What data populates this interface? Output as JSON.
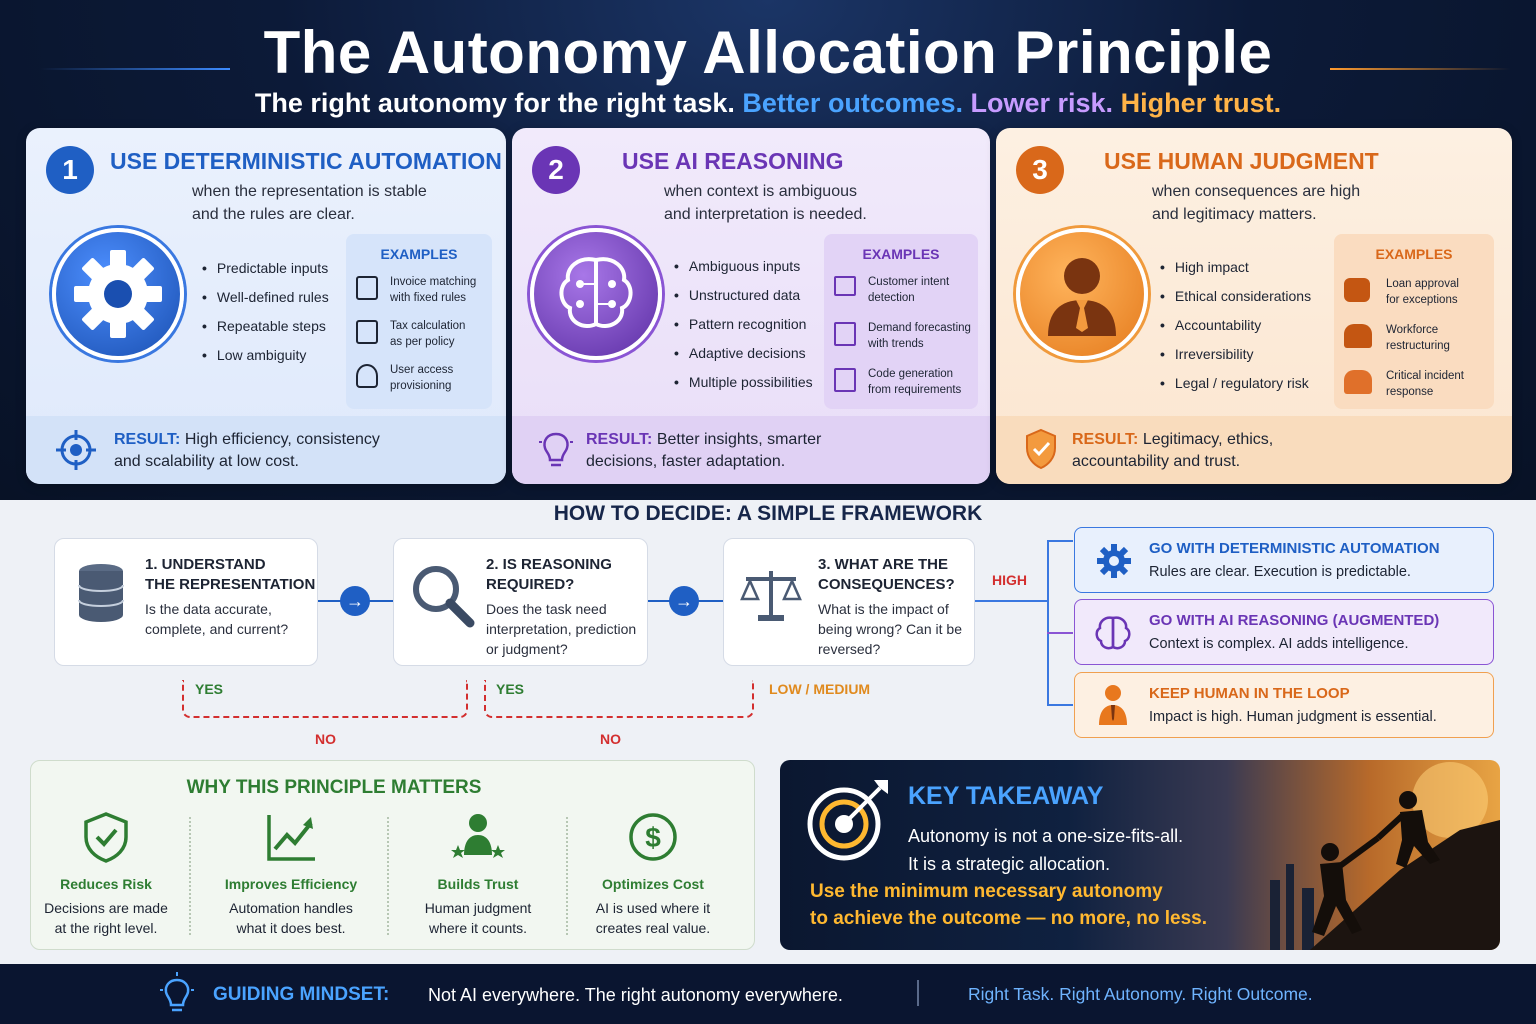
{
  "header": {
    "title": "The Autonomy Allocation Principle",
    "subtitle_main": "The right autonomy for the right task.",
    "subtitle_b": "Better outcomes.",
    "subtitle_p": "Lower risk.",
    "subtitle_o": "Higher trust."
  },
  "cards": [
    {
      "number": "1",
      "title": "USE DETERMINISTIC AUTOMATION",
      "desc1": "when the representation is stable",
      "desc2": "and the rules are clear.",
      "bullets": [
        "Predictable inputs",
        "Well-defined rules",
        "Repeatable steps",
        "Low ambiguity"
      ],
      "examples_heading": "EXAMPLES",
      "examples": [
        {
          "l1": "Invoice matching",
          "l2": "with fixed rules",
          "icon": "document-icon"
        },
        {
          "l1": "Tax calculation",
          "l2": "as per policy",
          "icon": "clipboard-icon"
        },
        {
          "l1": "User access",
          "l2": "provisioning",
          "icon": "user-icon"
        }
      ],
      "result_label": "RESULT:",
      "result_l1": "High efficiency, consistency",
      "result_l2": "and scalability at low cost.",
      "color": "#1f5fc4"
    },
    {
      "number": "2",
      "title": "USE AI REASONING",
      "desc1": "when context is ambiguous",
      "desc2": "and interpretation is needed.",
      "bullets": [
        "Ambiguous inputs",
        "Unstructured data",
        "Pattern recognition",
        "Adaptive decisions",
        "Multiple possibilities"
      ],
      "examples_heading": "EXAMPLES",
      "examples": [
        {
          "l1": "Customer intent",
          "l2": "detection",
          "icon": "monitor-icon"
        },
        {
          "l1": "Demand forecasting",
          "l2": "with trends",
          "icon": "chart-icon"
        },
        {
          "l1": "Code generation",
          "l2": "from requirements",
          "icon": "code-icon"
        }
      ],
      "result_label": "RESULT:",
      "result_l1": "Better insights, smarter",
      "result_l2": "decisions, faster adaptation.",
      "color": "#6a35b5"
    },
    {
      "number": "3",
      "title": "USE HUMAN JUDGMENT",
      "desc1": "when consequences are high",
      "desc2": "and legitimacy matters.",
      "bullets": [
        "High impact",
        "Ethical considerations",
        "Accountability",
        "Irreversibility",
        "Legal / regulatory risk"
      ],
      "examples_heading": "EXAMPLES",
      "examples": [
        {
          "l1": "Loan approval",
          "l2": "for exceptions",
          "icon": "handshake-icon"
        },
        {
          "l1": "Workforce",
          "l2": "restructuring",
          "icon": "team-icon"
        },
        {
          "l1": "Critical incident",
          "l2": "response",
          "icon": "alert-team-icon"
        }
      ],
      "result_label": "RESULT:",
      "result_l1": "Legitimacy, ethics,",
      "result_l2": "accountability and trust.",
      "color": "#d9681a"
    }
  ],
  "framework": {
    "title": "HOW TO DECIDE: A SIMPLE FRAMEWORK",
    "steps": [
      {
        "t1": "1. UNDERSTAND",
        "t2": "THE REPRESENTATION",
        "d1": "Is the data accurate,",
        "d2": "complete, and current?",
        "d3": ""
      },
      {
        "t1": "2. IS REASONING",
        "t2": "REQUIRED?",
        "d1": "Does the task need",
        "d2": "interpretation, prediction",
        "d3": "or judgment?"
      },
      {
        "t1": "3. WHAT ARE THE",
        "t2": "CONSEQUENCES?",
        "d1": "What is the impact of",
        "d2": "being wrong? Can it be",
        "d3": "reversed?"
      }
    ],
    "yes1": "YES",
    "no1": "NO",
    "yes2": "YES",
    "no2": "NO",
    "low_medium": "LOW / MEDIUM",
    "high": "HIGH",
    "outcomes": [
      {
        "title": "GO WITH DETERMINISTIC AUTOMATION",
        "desc": "Rules are clear. Execution is predictable."
      },
      {
        "title": "GO WITH AI REASONING (AUGMENTED)",
        "desc": "Context is complex. AI adds intelligence."
      },
      {
        "title": "KEEP HUMAN IN THE LOOP",
        "desc": "Impact is high. Human judgment is essential."
      }
    ]
  },
  "why": {
    "title": "WHY THIS PRINCIPLE MATTERS",
    "items": [
      {
        "t": "Reduces Risk",
        "d1": "Decisions are made",
        "d2": "at the right level."
      },
      {
        "t": "Improves Efficiency",
        "d1": "Automation handles",
        "d2": "what it does best."
      },
      {
        "t": "Builds Trust",
        "d1": "Human judgment",
        "d2": "where it counts."
      },
      {
        "t": "Optimizes Cost",
        "d1": "AI is used where it",
        "d2": "creates real value."
      }
    ]
  },
  "takeaway": {
    "title": "KEY TAKEAWAY",
    "l1": "Autonomy is not a one-size-fits-all.",
    "l2": "It is a strategic allocation.",
    "e1": "Use the minimum necessary autonomy",
    "e2": "to achieve the outcome — no more, no less."
  },
  "footer": {
    "label": "GUIDING MINDSET:",
    "text": "Not AI everywhere. The right autonomy everywhere.",
    "right": "Right Task. Right Autonomy. Right Outcome."
  }
}
